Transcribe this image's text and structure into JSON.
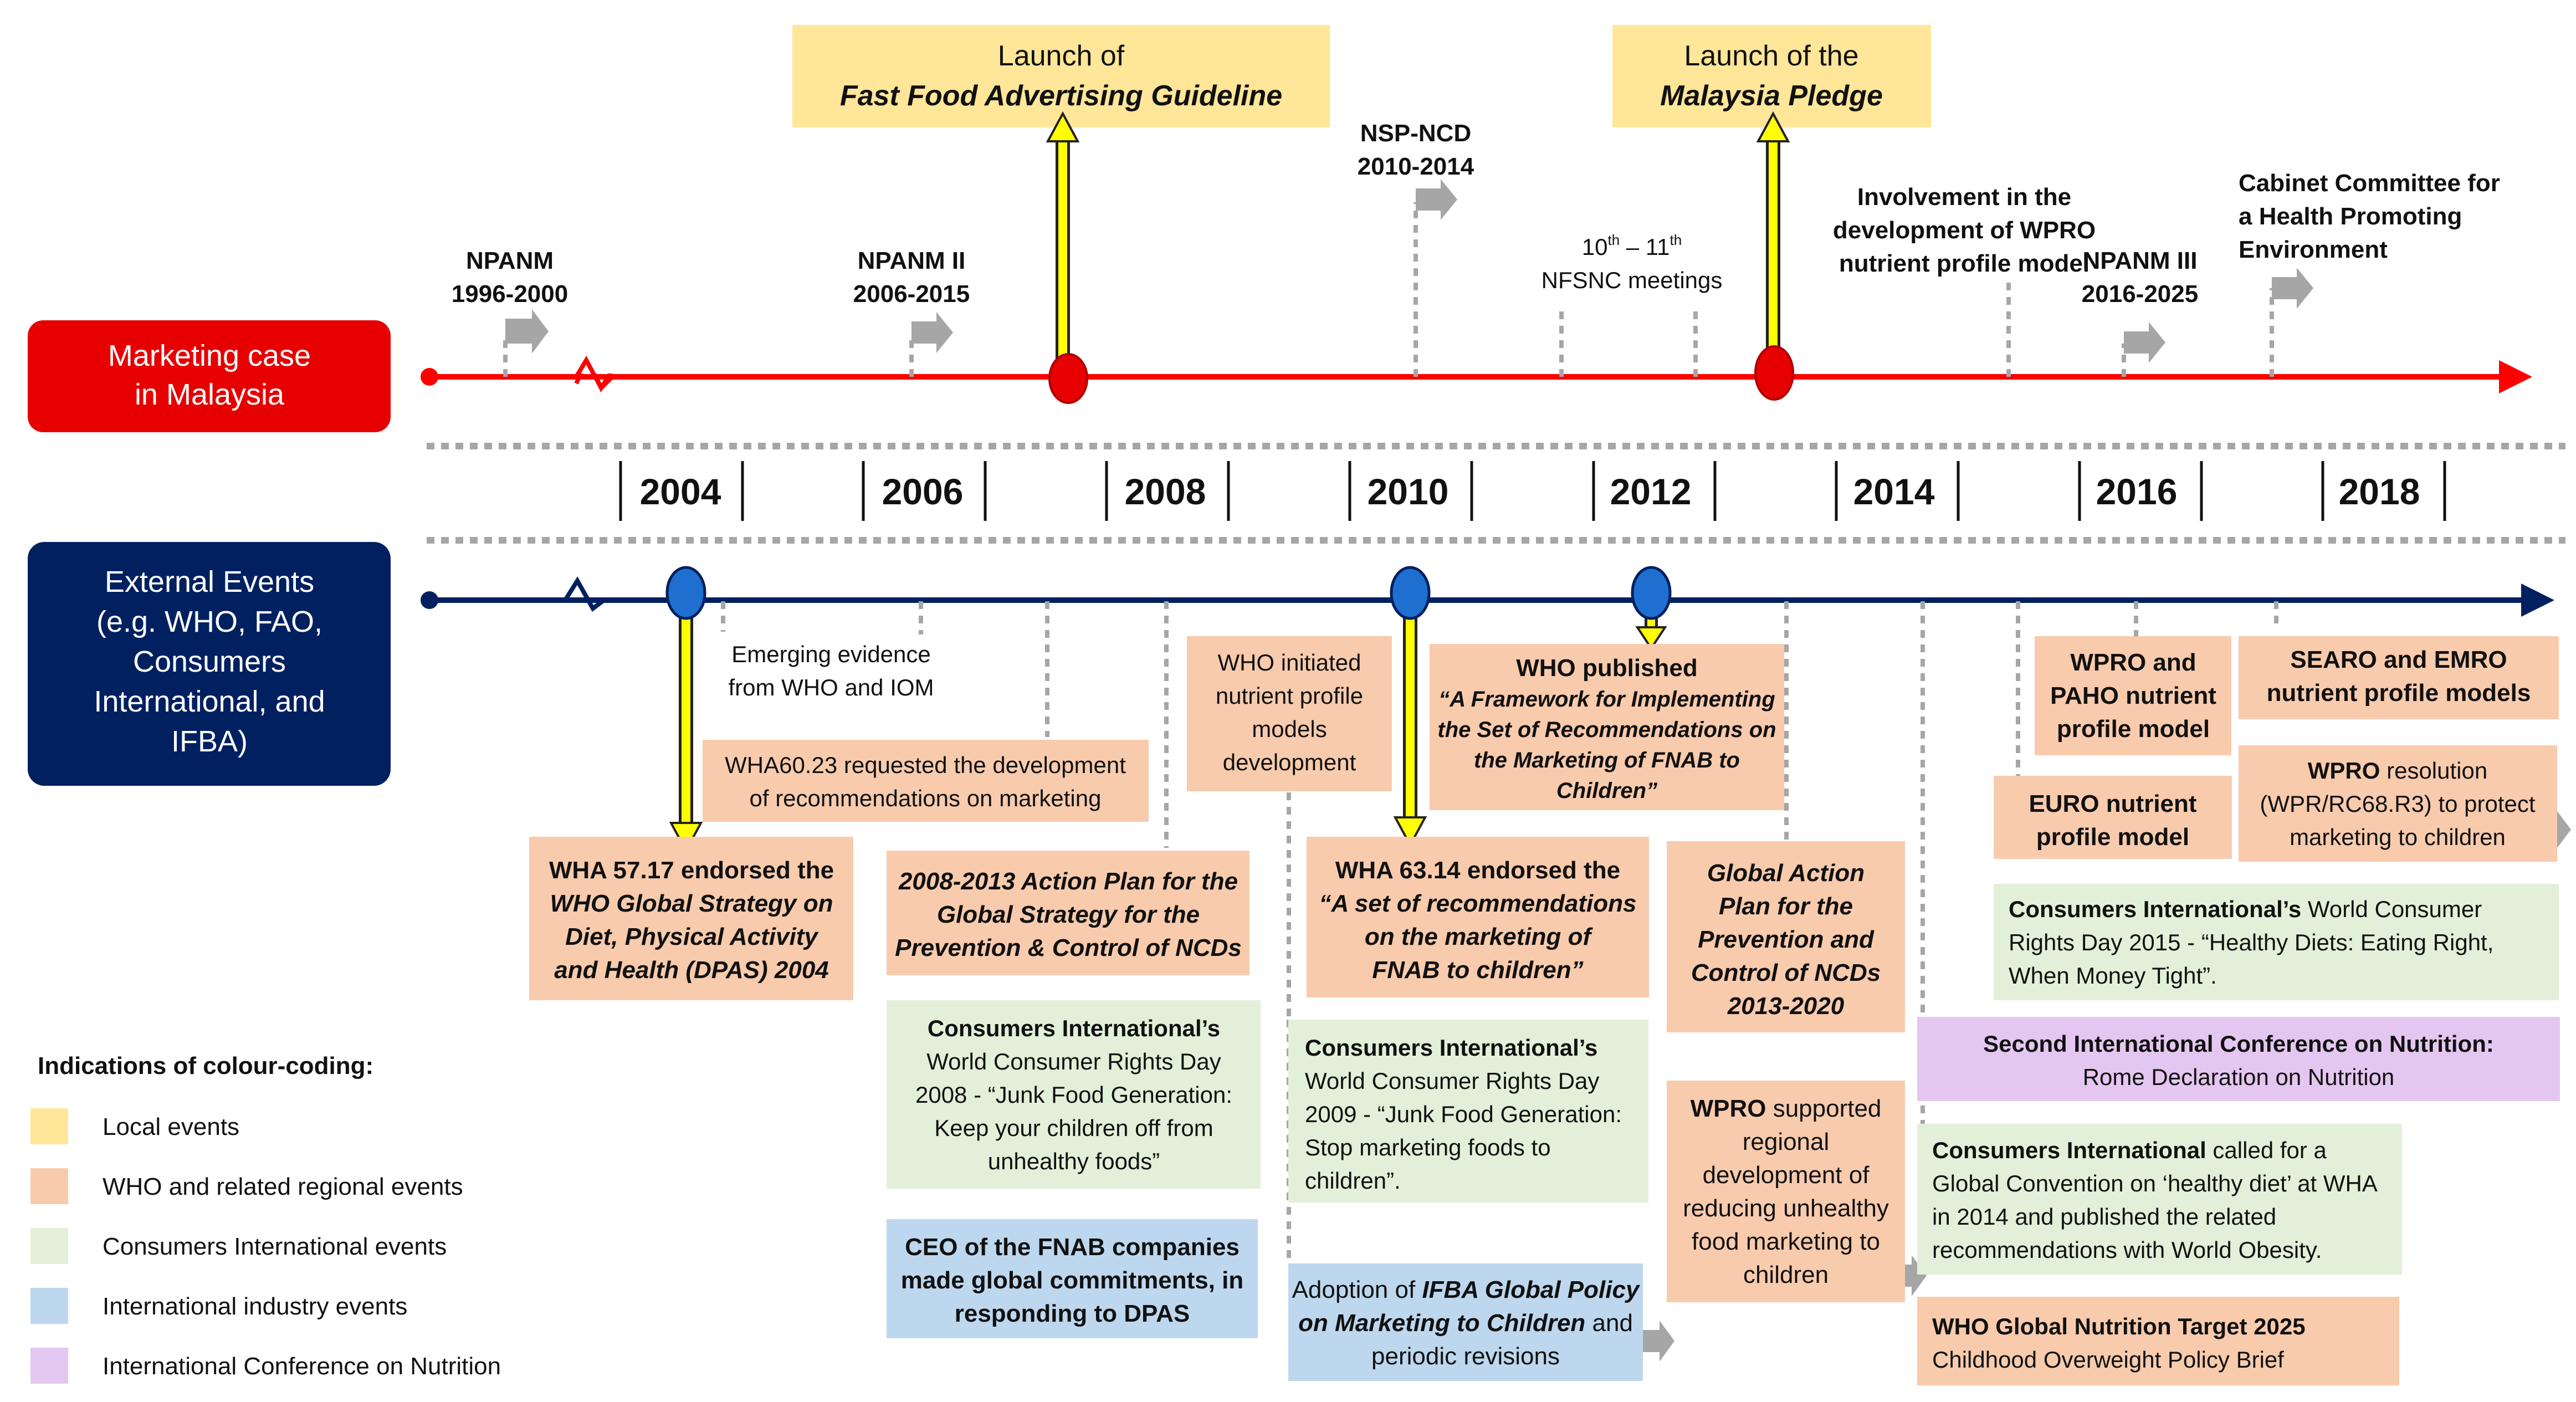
{
  "colors": {
    "local": "#FFE699",
    "who": "#F8CBAD",
    "consumers": "#E2F0D9",
    "industry": "#BDD7EE",
    "icn": "#E4C7F0",
    "malaysia_line": "#FF0000",
    "external_line": "#002060",
    "arrow_grey": "#A6A6A6",
    "yellow_arrow": "#FFFF00"
  },
  "timeline": {
    "malaysia_label": [
      "Marketing case",
      "in Malaysia"
    ],
    "external_label": [
      "External Events",
      "(e.g. WHO, FAO,",
      "Consumers",
      "International, and",
      "IFBA)"
    ],
    "years": [
      "2004",
      "2006",
      "2008",
      "2010",
      "2012",
      "2014",
      "2016",
      "2018"
    ]
  },
  "malaysia_events": {
    "npanm": [
      "NPANM",
      "1996-2000"
    ],
    "npanm2": [
      "NPANM II",
      "2006-2015"
    ],
    "fast_food": [
      "Launch of",
      "Fast Food Advertising  Guideline"
    ],
    "nsp_ncd": [
      "NSP-NCD",
      "2010-2014"
    ],
    "nfsnc": {
      "pre": "10",
      "sup1": "th",
      "mid": " – 11",
      "sup2": "th",
      "line2": "NFSNC meetings"
    },
    "pledge": [
      "Launch of the",
      "Malaysia  Pledge"
    ],
    "wpro_np": [
      "Involvement in the",
      "development of WPRO",
      "nutrient profile model"
    ],
    "npanm3": [
      "NPANM III",
      "2016-2025"
    ],
    "cabinet": [
      "Cabinet Committee for",
      "a Health Promoting",
      "Environment"
    ]
  },
  "external_events": {
    "emerging": [
      "Emerging evidence",
      "from WHO and IOM"
    ],
    "wha6023": [
      "WHA60.23 requested the development",
      "of recommendations on marketing"
    ],
    "wha5717": [
      "WHA 57.17 endorsed the",
      "WHO Global Strategy on",
      "Diet, Physical Activity",
      "and Health (DPAS) 2004"
    ],
    "action_plan_2008": [
      "2008-2013 Action Plan for the",
      "Global Strategy for the",
      "Prevention & Control of NCDs"
    ],
    "ci_2008": {
      "title": "Consumers International’s",
      "lines": [
        "World Consumer Rights Day",
        "2008 - “Junk Food Generation:",
        "Keep your children off from",
        "unhealthy foods”"
      ]
    },
    "ceo": [
      "CEO of the FNAB companies",
      "made global commitments, in",
      "responding to DPAS"
    ],
    "who_np": [
      "WHO initiated",
      "nutrient profile",
      "models",
      "development"
    ],
    "wha6314": [
      "WHA 63.14 endorsed the",
      "“A set of recommendations",
      "on the marketing of",
      "FNAB to children”"
    ],
    "ci_2009": {
      "title": "Consumers International’s",
      "lines": [
        "World Consumer Rights Day",
        "2009 - “Junk Food Generation:",
        "Stop marketing foods to",
        "children”."
      ]
    },
    "ifba": {
      "pre": "Adoption of ",
      "bold": "IFBA Global Policy",
      "line2_bold": "on Marketing to Children",
      "line2_rest": " and",
      "line3": "periodic revisions"
    },
    "framework": {
      "title": "WHO published",
      "lines": [
        "“A Framework for Implementing",
        "the Set of Recommendations on",
        "the Marketing of FNAB to",
        "Children”"
      ]
    },
    "gap": [
      "Global Action",
      "Plan for the",
      "Prevention and",
      "Control of NCDs",
      "2013-2020"
    ],
    "wpro_support": {
      "title": "WPRO",
      "title_rest": " supported",
      "lines": [
        "regional",
        "development of",
        "reducing unhealthy",
        "food marketing to",
        "children"
      ]
    },
    "wpro_paho": [
      "WPRO and",
      "PAHO nutrient",
      "profile model"
    ],
    "euro": [
      "EURO nutrient",
      "profile model"
    ],
    "searo": [
      "SEARO and EMRO",
      "nutrient profile models"
    ],
    "wpro_res": {
      "title": "WPRO",
      "title_rest": " resolution",
      "lines": [
        "(WPR/RC68.R3) to protect",
        "marketing to children"
      ]
    },
    "ci_2015": {
      "title": "Consumers  International’s",
      "title_rest": "  World   Consumer",
      "lines": [
        "Rights Day 2015 - “Healthy Diets: Eating Right,",
        "When Money Tight”."
      ]
    },
    "icn2": [
      "Second International Conference on Nutrition:",
      "Rome Declaration on Nutrition"
    ],
    "ci_2014": {
      "title": "Consumers International",
      "title_rest": " called for a",
      "lines": [
        "Global Convention on ‘healthy diet’ at WHA",
        "in 2014 and published the related",
        "recommendations with World Obesity."
      ]
    },
    "gnt": [
      "WHO Global Nutrition  Target 2025",
      "Childhood Overweight Policy Brief"
    ]
  },
  "legend": {
    "title": "Indications of colour-coding:",
    "items": [
      {
        "label": "Local events",
        "color": "#FFE699"
      },
      {
        "label": "WHO and related regional events",
        "color": "#F8CBAD"
      },
      {
        "label": "Consumers International events",
        "color": "#E2F0D9"
      },
      {
        "label": "International industry events",
        "color": "#BDD7EE"
      },
      {
        "label": "International Conference on Nutrition",
        "color": "#E4C7F0"
      }
    ]
  }
}
